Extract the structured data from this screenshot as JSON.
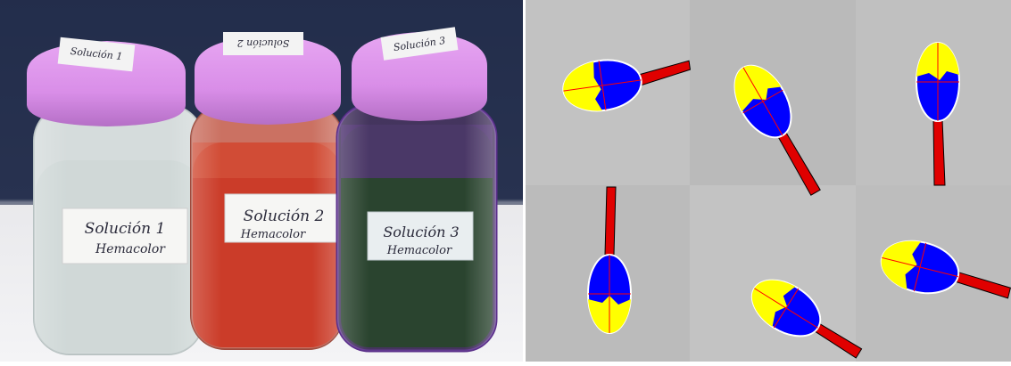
{
  "photo": {
    "bottles": [
      {
        "cap_text": "Solución 1",
        "label_line1": "Solución 1",
        "label_line2": "Hemacolor",
        "liquid_color": "#d6dddd"
      },
      {
        "cap_text": "Solución 2",
        "label_line1": "Solución 2",
        "label_line2": "Hemacolor",
        "liquid_color": "#c8321e"
      },
      {
        "cap_text": "Solución 3",
        "label_line1": "Solución 3",
        "label_line2": "Hemacolor",
        "liquid_color": "#1f3a24"
      }
    ],
    "cap_color": "#d98ee8"
  },
  "segmentation": {
    "background_color": "#bdbdbd",
    "class_colors": {
      "acrosome": "#ffff00",
      "nucleus": "#0000ff",
      "midpiece_tail": "#e00000",
      "axes": "#ff0000",
      "outline": "#ffffff"
    },
    "cells": 6
  }
}
